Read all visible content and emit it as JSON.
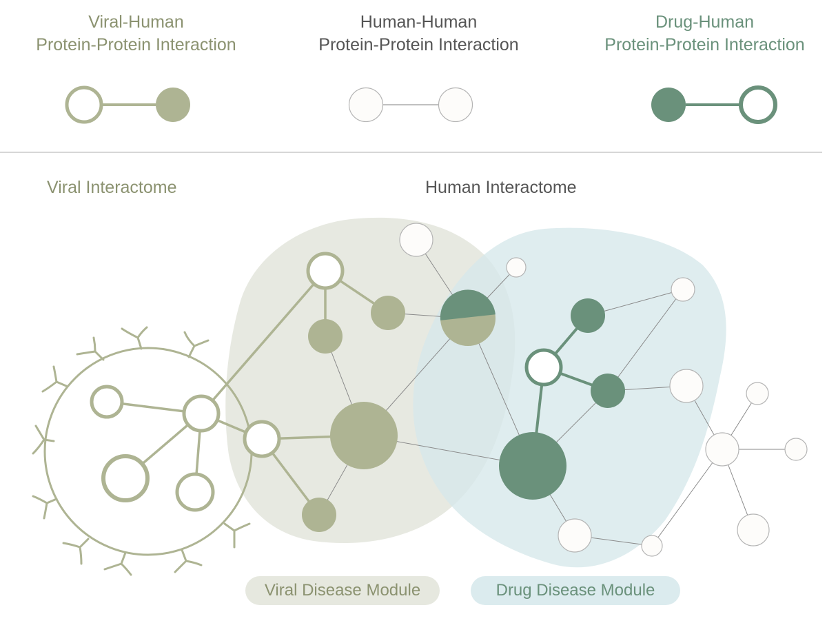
{
  "legend": {
    "viral_human": {
      "line1": "Viral-Human",
      "line2": "Protein-Protein Interaction"
    },
    "human_human": {
      "line1": "Human-Human",
      "line2": "Protein-Protein Interaction"
    },
    "drug_human": {
      "line1": "Drug-Human",
      "line2": "Protein-Protein Interaction"
    }
  },
  "sections": {
    "viral_interactome": "Viral Interactome",
    "human_interactome": "Human Interactome"
  },
  "modules": {
    "viral_disease_module": "Viral Disease Module",
    "drug_disease_module": "Drug Disease Module"
  },
  "colors": {
    "viral": "#aeb493",
    "viral_text": "#8b9270",
    "human_text": "#555555",
    "drug": "#6a917b",
    "drug_text": "#6a917b",
    "viral_module_fill": "#e6e8df",
    "drug_module_fill": "#dbebee",
    "human_node_fill": "#fdfcfa",
    "human_node_stroke": "#b4b4b4"
  }
}
